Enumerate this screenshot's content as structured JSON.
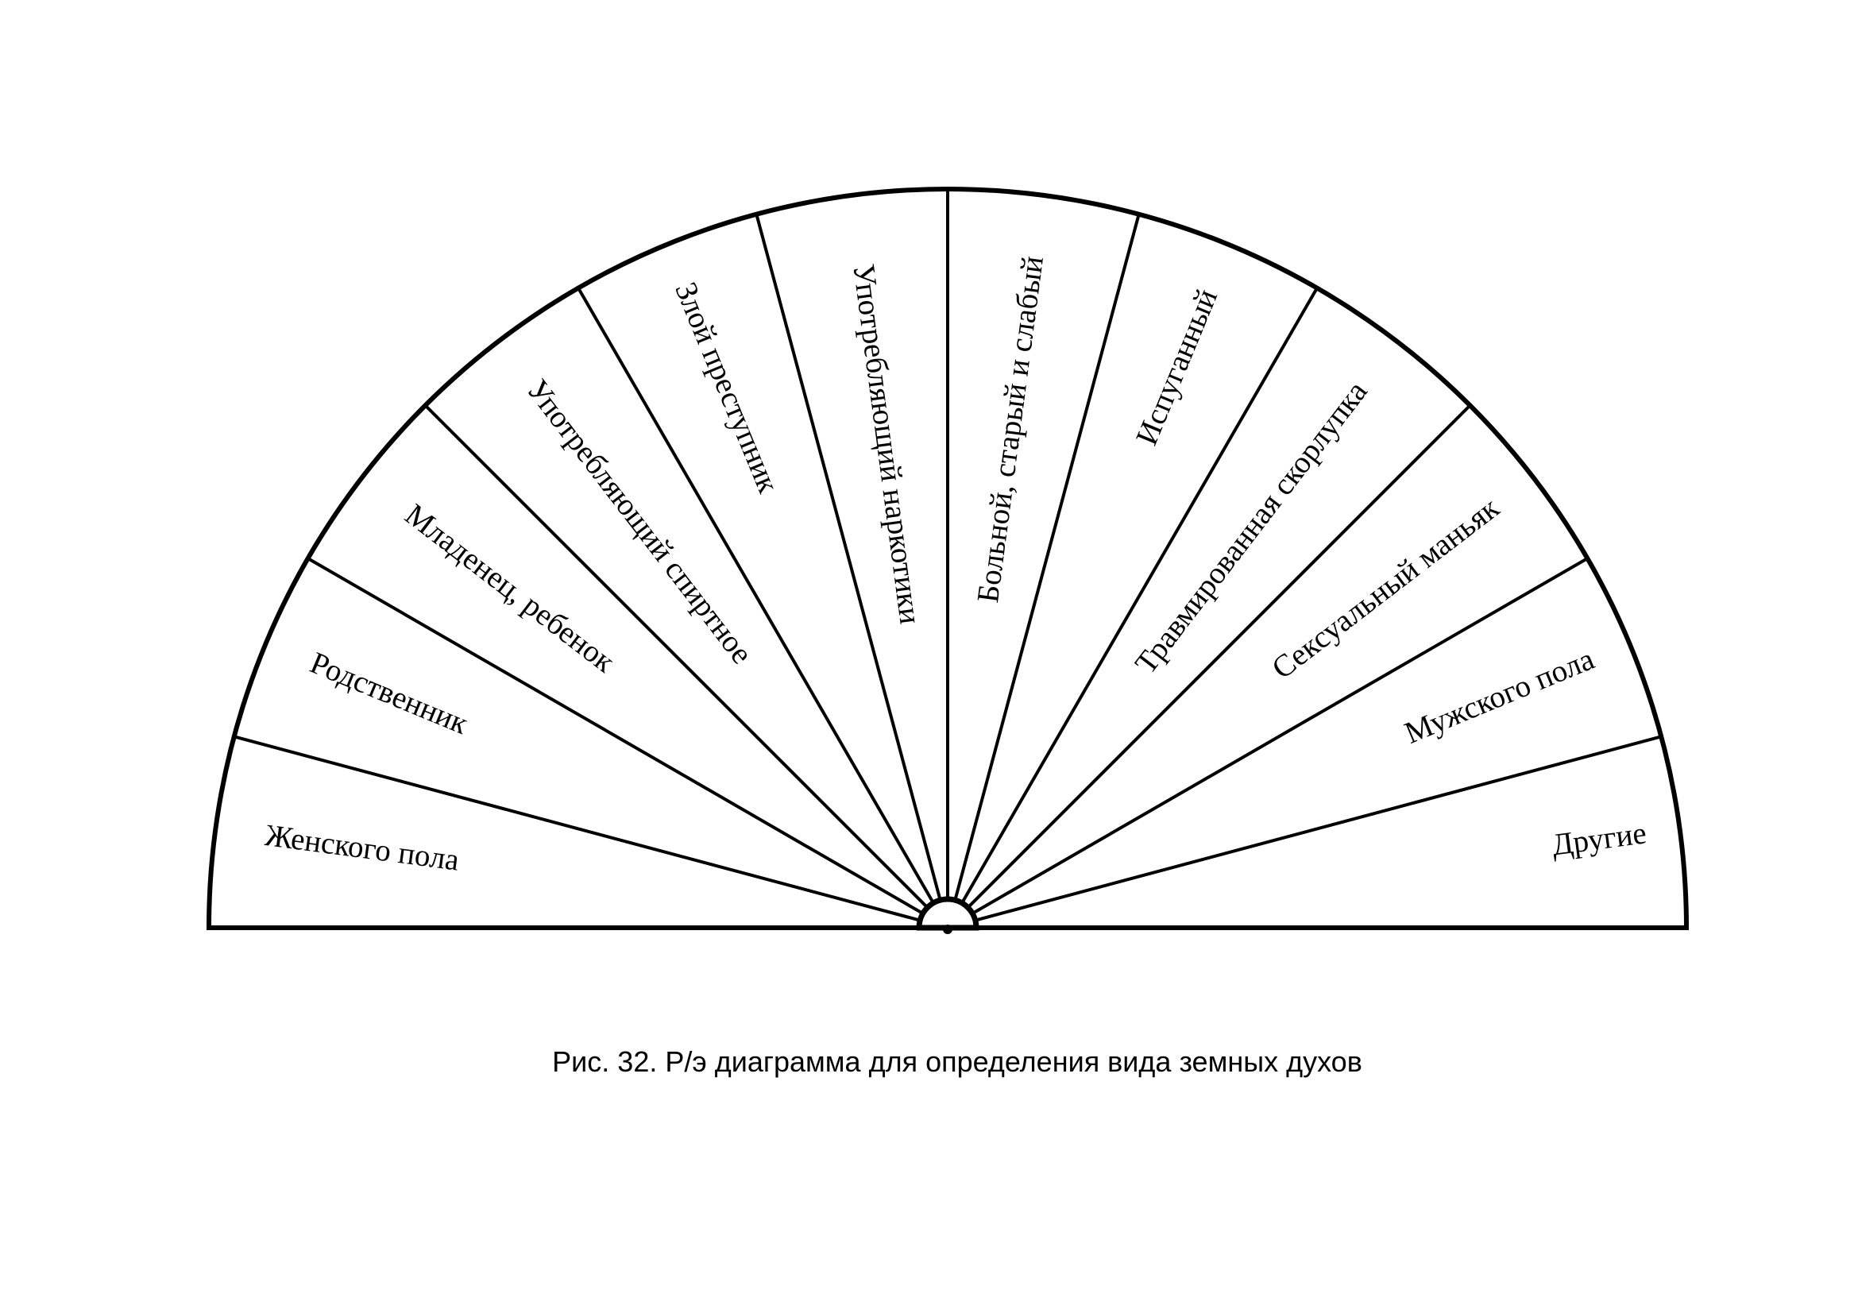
{
  "diagram": {
    "sectors": [
      "Женского пола",
      "Родственник",
      "Младенец, ребенок",
      "Употребляющий спиртное",
      "Злой преступник",
      "Употребляющий наркотики",
      "Больной, старый и слабый",
      "Испуганный",
      "Травмированная скорлупка",
      "Сексуальный маньяк",
      "Мужского пола",
      "Другие"
    ]
  },
  "caption": "Рис. 32. Р/э диаграмма для определения вида земных духов"
}
